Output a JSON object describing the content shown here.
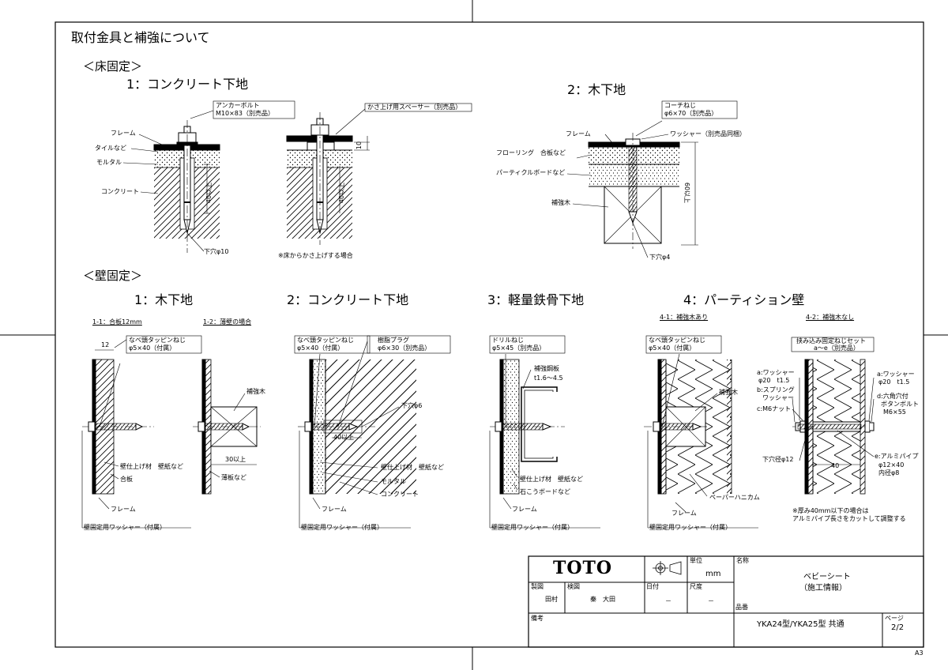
{
  "title": "取付金具と補強について",
  "floor": {
    "heading": "＜床固定＞",
    "sec1": {
      "title": "1：コンクリート下地",
      "anchor_bolt": "アンカーボルト",
      "anchor_spec": "M10×83（別売品）",
      "frame": "フレーム",
      "tile": "タイルなど",
      "mortar": "モルタル",
      "concrete": "コンクリート",
      "depth": "40以上",
      "hole": "下穴φ10",
      "spacer": "かさ上げ用スペーサー（別売品）",
      "spacer_dim": "10",
      "raise_note": "※床からかさ上げする場合"
    },
    "sec2": {
      "title": "2：木下地",
      "coach_screw": "コーチねじ",
      "coach_spec": "φ6×70（別売品）",
      "washer": "ワッシャー（別売品同梱）",
      "frame": "フレーム",
      "flooring": "フローリング　合板など",
      "particle": "パーティクルボードなど",
      "reinforce": "補強木",
      "depth": "60以上",
      "hole": "下穴φ4"
    }
  },
  "wall": {
    "heading": "＜壁固定＞",
    "sec1": {
      "title": "1：木下地",
      "sub1": "1-1：合板12mm",
      "sub2": "1-2：薄壁の場合",
      "dim12": "12",
      "screw": "なべ頭タッピンねじ",
      "screw_spec": "φ5×40（付属）",
      "reinforce": "補強木",
      "dim30": "30以上",
      "finish": "壁仕上げ材　壁紙など",
      "plywood": "合板",
      "thin": "薄板など",
      "frame": "フレーム",
      "washer": "壁固定用ワッシャー（付属）"
    },
    "sec2": {
      "title": "2：コンクリート下地",
      "screw": "なべ頭タッピンねじ",
      "screw_spec": "φ5×40（付属）",
      "plug": "樹脂プラグ",
      "plug_spec": "φ6×30（別売品）",
      "hole": "下穴φ6",
      "depth": "40以上",
      "finish": "壁仕上げ材　壁紙など",
      "mortar": "モルタル",
      "concrete": "コンクリート",
      "frame": "フレーム",
      "washer": "壁固定用ワッシャー（付属）"
    },
    "sec3": {
      "title": "3：軽量鉄骨下地",
      "drill": "ドリルねじ",
      "drill_spec": "φ5×45（別売品）",
      "steel": "補強鋼板",
      "steel_spec": "t1.6～4.5",
      "finish": "壁仕上げ材　壁紙など",
      "board": "石こうボードなど",
      "frame": "フレーム",
      "washer": "壁固定用ワッシャー（付属）"
    },
    "sec4": {
      "title": "4：パーティション壁",
      "sub1": "4-1：補強木あり",
      "sub2": "4-2：補強木なし",
      "screw": "なべ頭タッピンねじ",
      "screw_spec": "φ5×40（付属）",
      "reinforce": "補強木",
      "honeycomb": "ペーパーハニカム",
      "frame": "フレーム",
      "washer_att": "壁固定用ワッシャー（付属）",
      "set": "挟み込み固定ねじセット",
      "set_spec": "a～e（別売品）",
      "a_label": "a:ワッシャー",
      "a_spec": "φ20　t1.5",
      "b_label": "b:スプリング",
      "b_label2": "ワッシャー",
      "c_label": "c:M6ナット",
      "a2_label": "a:ワッシャー",
      "a2_spec": "φ20　t1.5",
      "d_label": "d:六角穴付",
      "d_label2": "ボタンボルト",
      "d_spec": "M6×55",
      "e_label": "e:アルミパイプ",
      "e_spec": "φ12×40",
      "e_spec2": "内径φ8",
      "hole": "下穴径φ12",
      "dim40": "40",
      "note1": "※厚み40mm以下の場合は",
      "note2": "アルミパイプ長さをカットして調整する"
    }
  },
  "title_block": {
    "logo": "TOTO",
    "unit_label": "単位",
    "unit": "mm",
    "name_label": "名称",
    "name1": "ベビーシート",
    "name2": "（施工情報）",
    "drawn_label": "製図",
    "drawn": "田村",
    "checked_label": "検図",
    "checked": "秦　大田",
    "date_label": "日付",
    "date": "－",
    "scale_label": "尺度",
    "scale": "－",
    "part_label": "品番",
    "part": "YKA24型/YKA25型 共通",
    "page_label": "ページ",
    "page": "2/2",
    "remarks_label": "備考",
    "sheet_size": "A3"
  }
}
